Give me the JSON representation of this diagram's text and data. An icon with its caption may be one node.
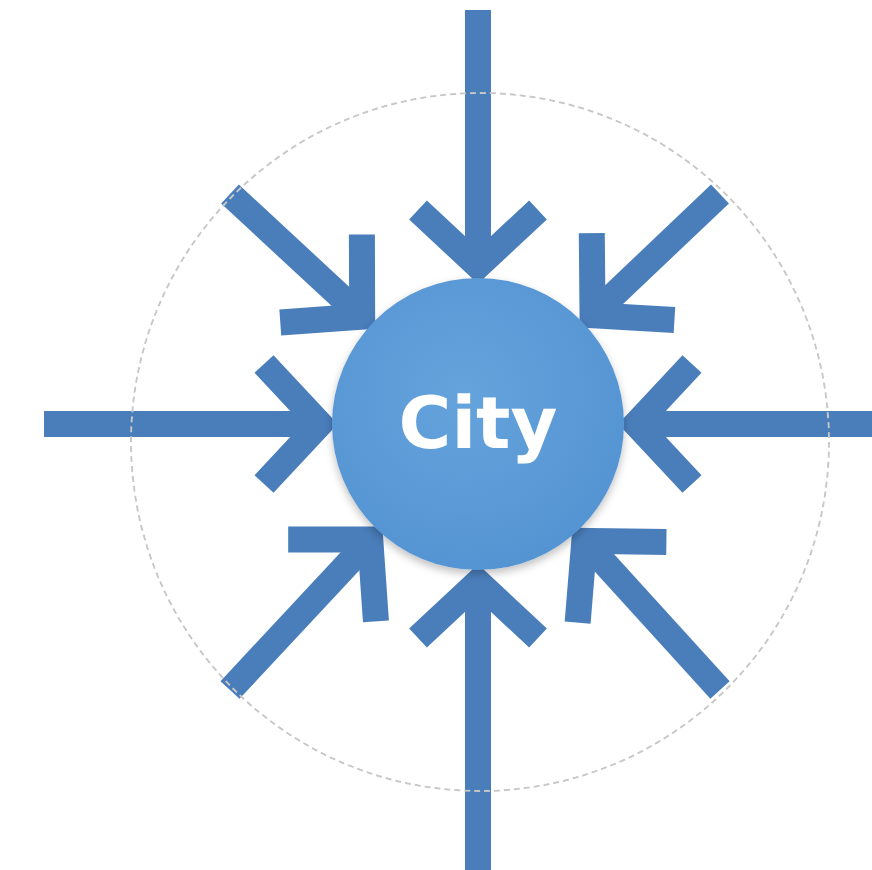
{
  "diagram": {
    "nodes": [
      {
        "text": [],
        "shape": "circle"
      },
      {
        "text": [
          "City"
        ],
        "in": 0
      }
    ],
    "edges": [
      {
        "from": null,
        "to": 1,
        "arrow": "to"
      },
      {
        "from": null,
        "to": 1,
        "arrow": "to"
      },
      {
        "from": null,
        "to": 1,
        "arrow": "to"
      },
      {
        "from": null,
        "to": 1,
        "arrow": "to"
      },
      {
        "from": null,
        "to": 1,
        "arrow": "to"
      },
      {
        "from": null,
        "to": 1,
        "arrow": "to"
      },
      {
        "from": null,
        "to": 1,
        "arrow": "to"
      },
      {
        "from": null,
        "to": 1,
        "arrow": "to"
      }
    ]
  }
}
